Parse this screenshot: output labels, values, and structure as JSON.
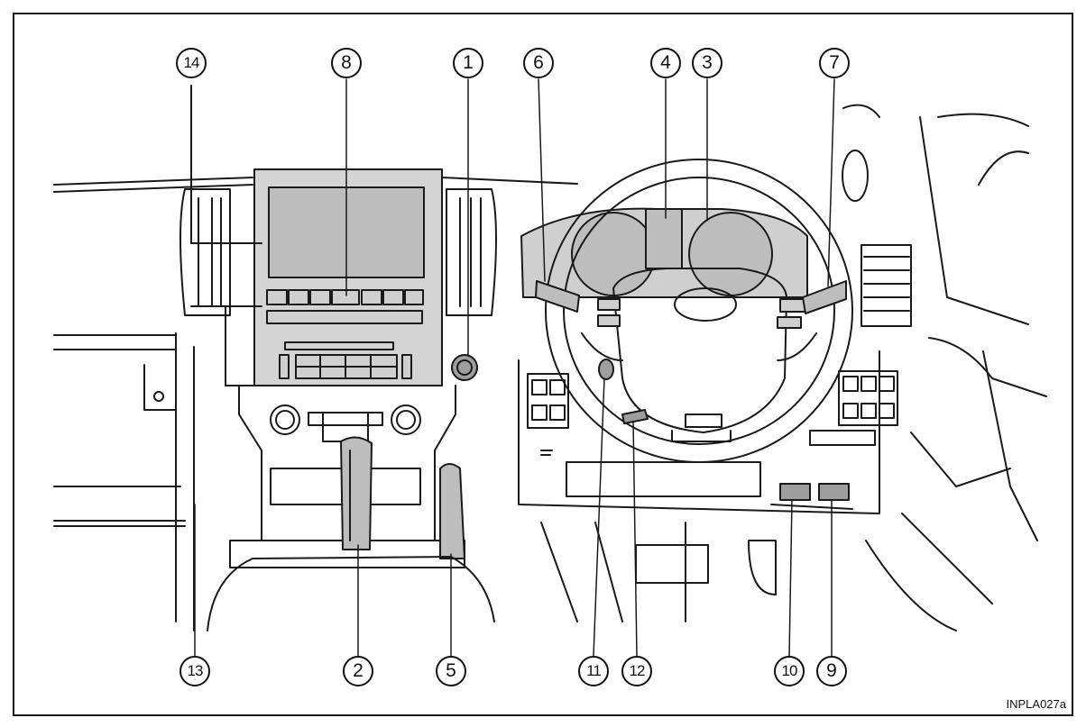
{
  "callouts": {
    "c1": "1",
    "c2": "2",
    "c3": "3",
    "c4": "4",
    "c5": "5",
    "c6": "6",
    "c7": "7",
    "c8": "8",
    "c9": "9",
    "c10": "10",
    "c11": "11",
    "c12": "12",
    "c13": "13",
    "c14": "14"
  },
  "figure_code": "INPLA027a",
  "colors": {
    "line": "#1a1a1a",
    "shade": "#bdbdbd",
    "panel": "#d4d4d4",
    "background": "#ffffff"
  }
}
